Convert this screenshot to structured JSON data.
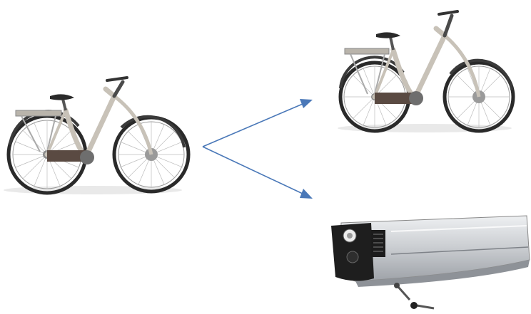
{
  "diagram": {
    "nodes": [
      {
        "id": "source",
        "icon": "electric-bike-icon"
      },
      {
        "id": "target-1",
        "icon": "bicycle-without-battery-icon"
      },
      {
        "id": "target-2",
        "icon": "ebike-battery-pack-icon"
      }
    ],
    "edges": [
      {
        "from": "source",
        "to": "target-1",
        "style": "arrow"
      },
      {
        "from": "source",
        "to": "target-2",
        "style": "arrow"
      }
    ],
    "colors": {
      "arrow": "#4a78b8",
      "frame": "#c8c2b8",
      "chainguard": "#5a4a42",
      "tire": "#2a2a2a",
      "battery_body": "#cfd2d6",
      "battery_cap": "#1e1e1e"
    }
  }
}
